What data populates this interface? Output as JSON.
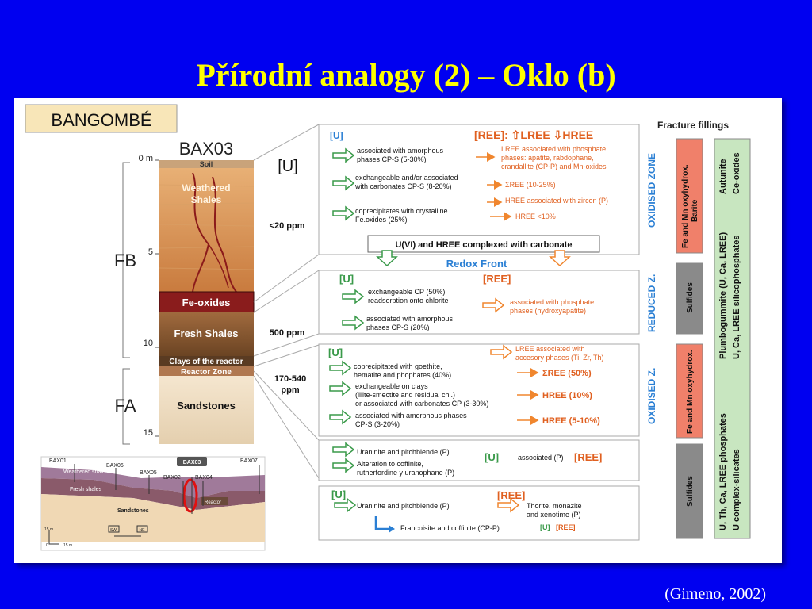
{
  "slide": {
    "title": "Přírodní analogy (2) – Oklo (b)",
    "citation": "(Gimeno, 2002)"
  },
  "figure": {
    "site_label": "BANGOMBÉ",
    "core_label": "BAX03",
    "u_label": "[U]",
    "depth_ticks": [
      "0 m",
      "5",
      "10",
      "15"
    ],
    "fb_label": "FB",
    "fa_label": "FA",
    "layers": {
      "soil": "Soil",
      "weathered_1": "Weathered",
      "weathered_2": "Shales",
      "feoxides": "Fe-oxides",
      "fresh": "Fresh Shales",
      "clays": "Clays of the reactor",
      "reactor": "Reactor Zone",
      "sandstones": "Sandstones"
    },
    "concentrations": {
      "c1": "<20 ppm",
      "c2": "500 ppm",
      "c3a": "170-540",
      "c3b": "ppm"
    },
    "cross_section": {
      "wells": [
        "BAX01",
        "BAX06",
        "BAX05",
        "BAX02",
        "BAX03",
        "BAX04",
        "BAX07"
      ],
      "weathered": "Weathered shales",
      "fresh": "Fresh shales",
      "sandstones": "Sandstones",
      "reactor": "Reactor",
      "sw": "SW",
      "ne": "NE",
      "scale_v": "15 m",
      "scale_h": "15 m",
      "zero": "0"
    },
    "box1": {
      "u": "[U]",
      "ree_header": "[REE]: ⇧LREE ⇩HREE",
      "u_items": [
        [
          "associated with amorphous",
          "phases CP-S (5-30%)"
        ],
        [
          "exchangeable and/or associated",
          "with carbonates CP-S (8-20%)"
        ],
        [
          "coprecipitates with crystalline",
          "Fe.oxides (25%)"
        ]
      ],
      "ree_items": [
        [
          "LREE associated with phosphate",
          "phases: apatite, rabdophane,",
          "crandallite (CP-P) and Mn-oxides"
        ],
        [
          "ΣREE (10-25%)"
        ],
        [
          "HREE associated with zircon (P)"
        ],
        [
          "HREE <10%"
        ]
      ],
      "complex": "U(VI) and HREE complexed with carbonate"
    },
    "redox_front": "Redox Front",
    "box2": {
      "u": "[U]",
      "ree": "[REE]",
      "u_items": [
        [
          "exchangeable CP (50%)",
          "readsorption onto chlorite"
        ],
        [
          "associated with amorphous",
          "phases CP-S (20%)"
        ]
      ],
      "ree_item": [
        "associated with phosphate",
        "phases (hydroxyapatite)"
      ]
    },
    "box3": {
      "u": "[U]",
      "ree_top": [
        "LREE associated with",
        "accesory phases (Ti, Zr, Th)"
      ],
      "u_items": [
        [
          "coprecipitated with goethite,",
          "hematite and phophates (40%)"
        ],
        [
          "exchangeable on clays",
          "(illite-smectite and residual chl.)",
          "or associated with carbonates CP (3-30%)"
        ],
        [
          "associated with amorphous phases",
          "CP-S (3-20%)"
        ]
      ],
      "ree_items": [
        "ΣREE (50%)",
        "HREE (10%)",
        "HREE (5-10%)"
      ]
    },
    "box4": {
      "items": [
        "Uraninite and pitchblende (P)",
        "Alteration to coffinite,",
        "rutherfordine y uranophane (P)"
      ],
      "u": "[U]",
      "assoc": "associated (P)",
      "ree": "[REE]"
    },
    "box5": {
      "u": "[U]",
      "ree": "[REE]",
      "item": "Uraninite and pitchblende (P)",
      "thorite": [
        "Thorite, monazite",
        "and xenotime (P)"
      ],
      "francoisite": "Francoisite and coffinite (CP-P)",
      "u_ree_1": "[U]",
      "u_ree_2": "[REE]"
    },
    "zones": {
      "oxidised": "OXIDISED ZONE",
      "reduced": "REDUCED Z.",
      "oxidised2": "OXIDISED Z."
    },
    "fracture": {
      "title": "Fracture fillings",
      "col1": [
        [
          "Fe and Mn oxyhydrox.",
          "Barite"
        ],
        [
          "Sulfides"
        ],
        [
          "Fe and Mn oxyhydrox."
        ],
        [
          "Sulfides"
        ]
      ],
      "col2": [
        [
          "Autunite",
          "Ce-oxides"
        ],
        [
          "Plumbogummite (U, Ca, LREE)",
          "U, Ca, LREE silicophosphates"
        ],
        [
          "U, Th, Ca, LREE phosphates",
          "U complex-silicates"
        ]
      ]
    },
    "colors": {
      "orange": "#f0862e",
      "blue": "#2a7fd4",
      "arrow_green": "#3a9a4a",
      "salmon": "#f0806a",
      "gray": "#8a8a8a",
      "green_box": "#c8e6c0"
    }
  }
}
